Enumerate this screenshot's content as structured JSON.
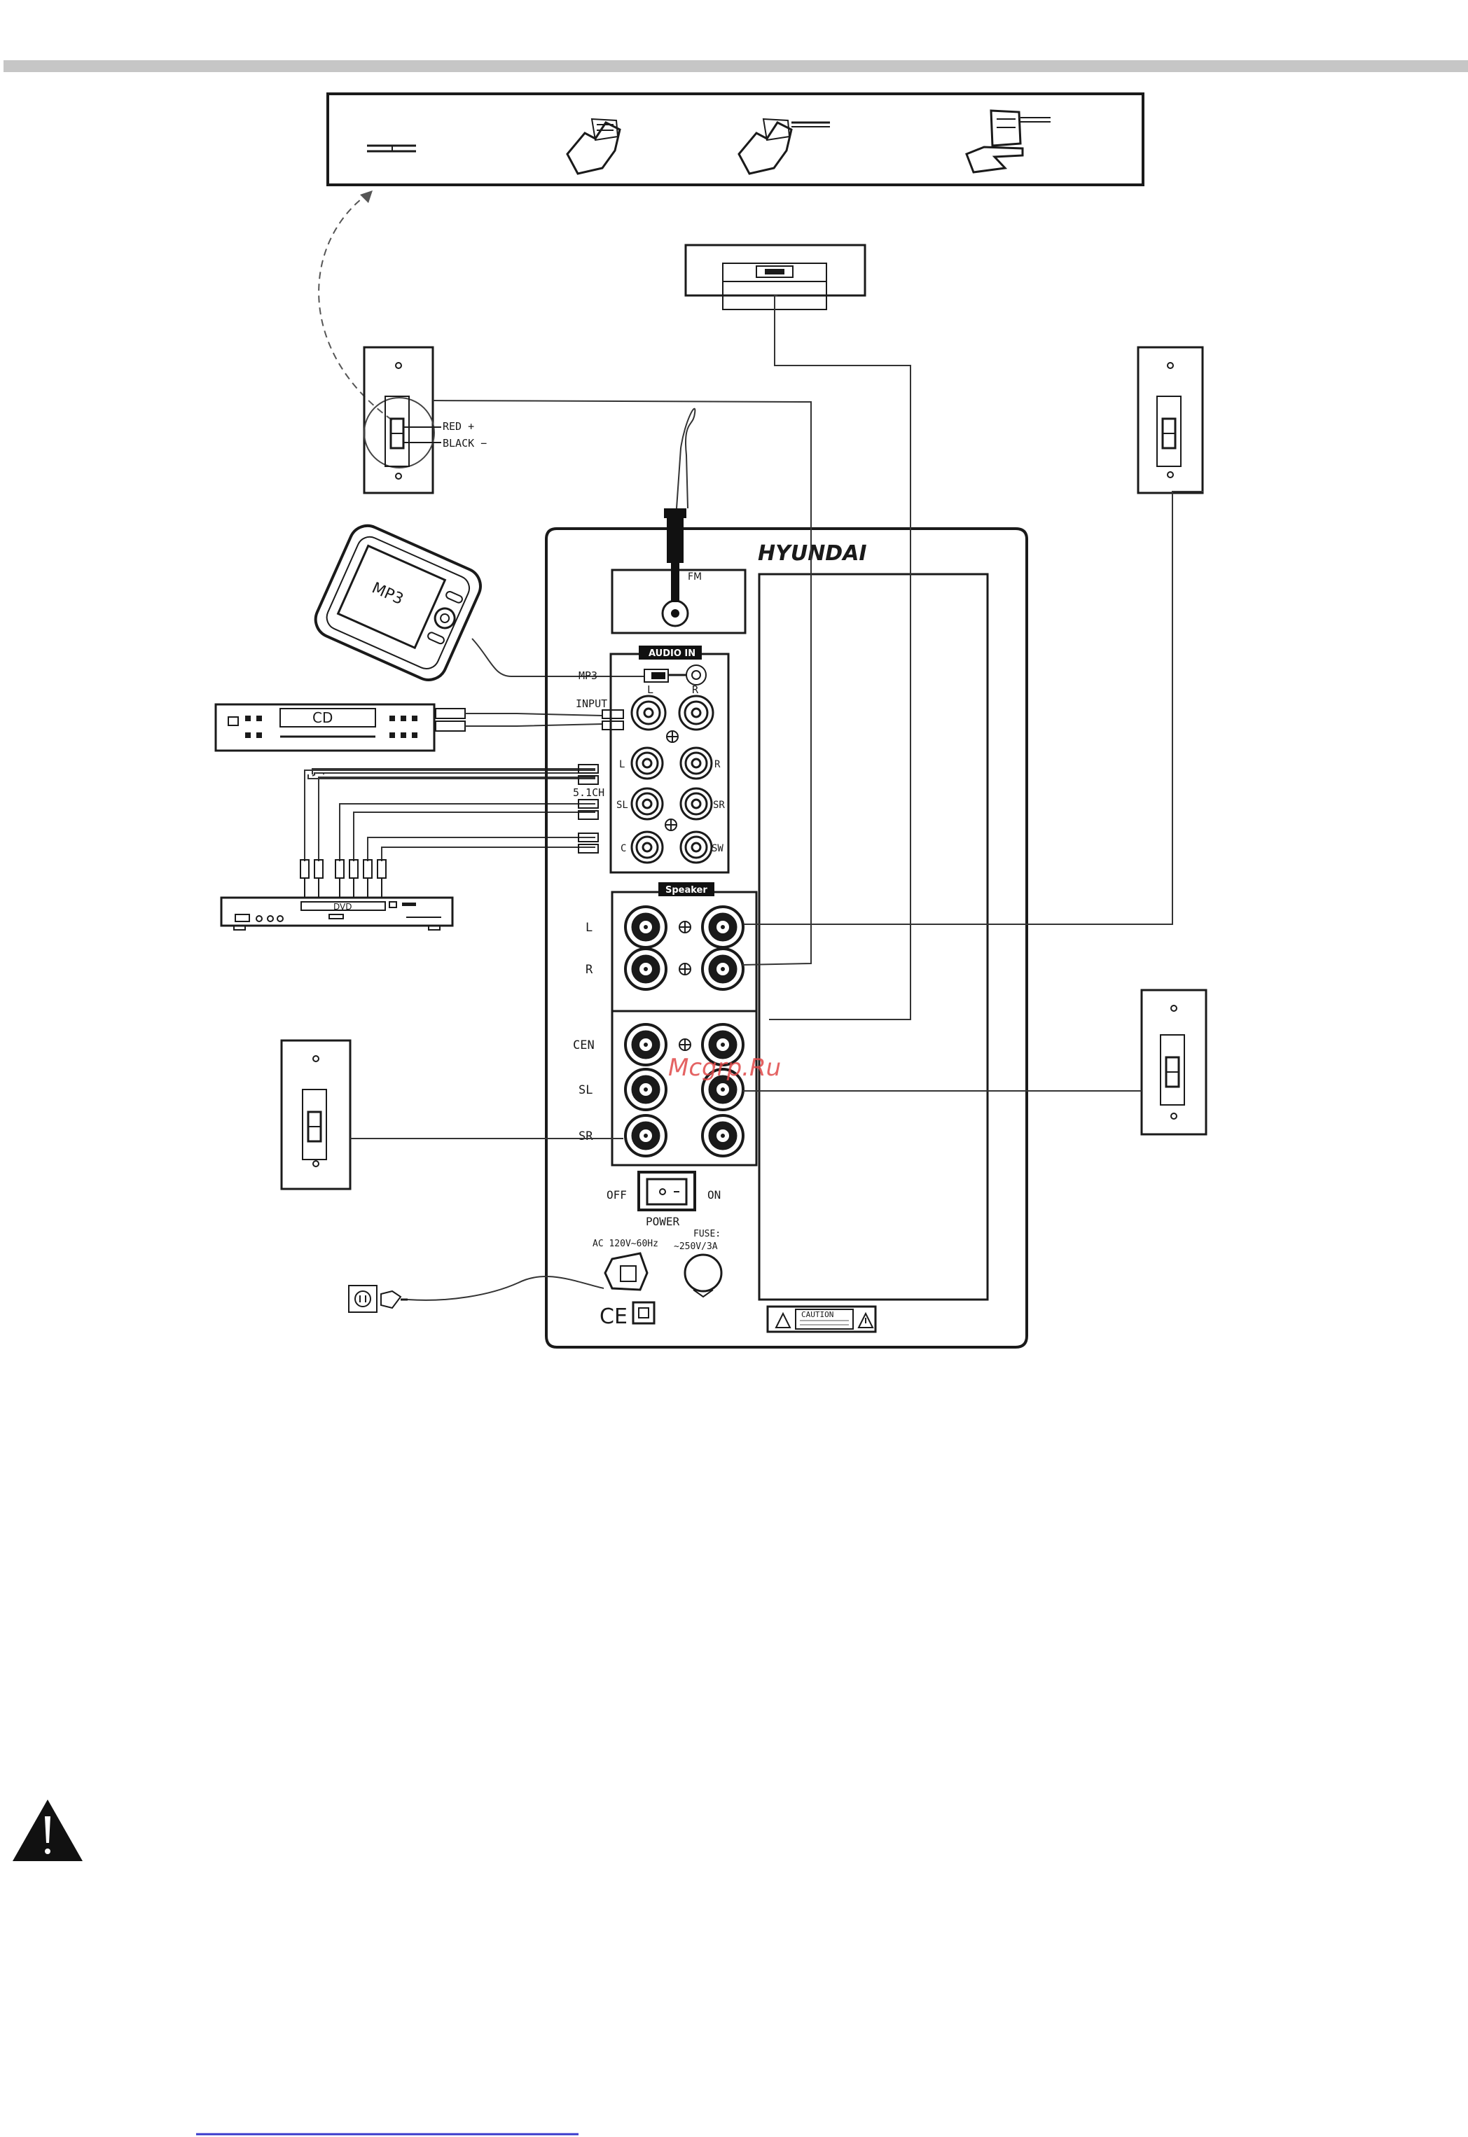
{
  "header": {
    "bar_color": "#c6c6c6"
  },
  "devices": {
    "mp3_label": "MP3",
    "cd_label": "CD",
    "dvd_label": "DVD"
  },
  "speaker_wire": {
    "red_label": "RED +",
    "black_label": "BLACK −"
  },
  "panel": {
    "brand": "HYUNDAI",
    "fm_label": "FM",
    "audio_in_title": "AUDIO IN",
    "mp3_jack_label": "MP3",
    "input_label": "INPUT",
    "input_l": "L",
    "input_r": "R",
    "ch51_label": "5.1CH",
    "ch_l": "L",
    "ch_r": "R",
    "ch_sl": "SL",
    "ch_sr": "SR",
    "ch_c": "C",
    "ch_sw": "SW",
    "speaker_title": "Speaker",
    "spk_l": "L",
    "spk_r": "R",
    "spk_cen": "CEN",
    "spk_sl": "SL",
    "spk_sr": "SR",
    "power_off": "OFF",
    "power_on": "ON",
    "power_label": "POWER",
    "ac_label": "AC 120V~60Hz",
    "fuse_label_1": "FUSE:",
    "fuse_label_2": "~250V/3A",
    "ce_mark": "CE",
    "caution_label": "CAUTION"
  },
  "watermark": "Mcgrp.Ru",
  "warning_icon": "warning-triangle-icon",
  "footer": {
    "link_color": "#3a3acc"
  }
}
